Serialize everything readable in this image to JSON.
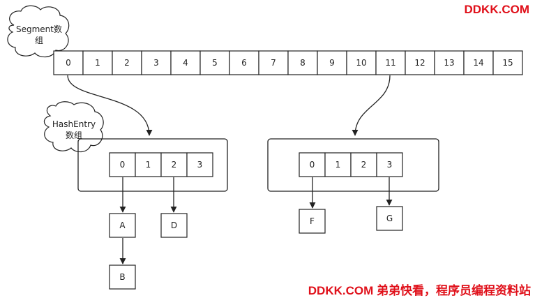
{
  "brand": {
    "top": "DDKK.COM",
    "bottom": "DDKK.COM 弟弟快看，程序员编程资料站",
    "color": "#e0101a"
  },
  "segment": {
    "label_line1": "Segment数",
    "label_line2": "组",
    "cells": [
      "0",
      "1",
      "2",
      "3",
      "4",
      "5",
      "6",
      "7",
      "8",
      "9",
      "10",
      "11",
      "12",
      "13",
      "14",
      "15"
    ]
  },
  "hash_entry": {
    "label_line1": "HashEntry",
    "label_line2": "数组"
  },
  "table_left": {
    "cells": [
      "0",
      "1",
      "2",
      "3"
    ]
  },
  "table_right": {
    "cells": [
      "0",
      "1",
      "2",
      "3"
    ]
  },
  "nodes": {
    "a": "A",
    "b": "B",
    "d": "D",
    "f": "F",
    "g": "G"
  }
}
